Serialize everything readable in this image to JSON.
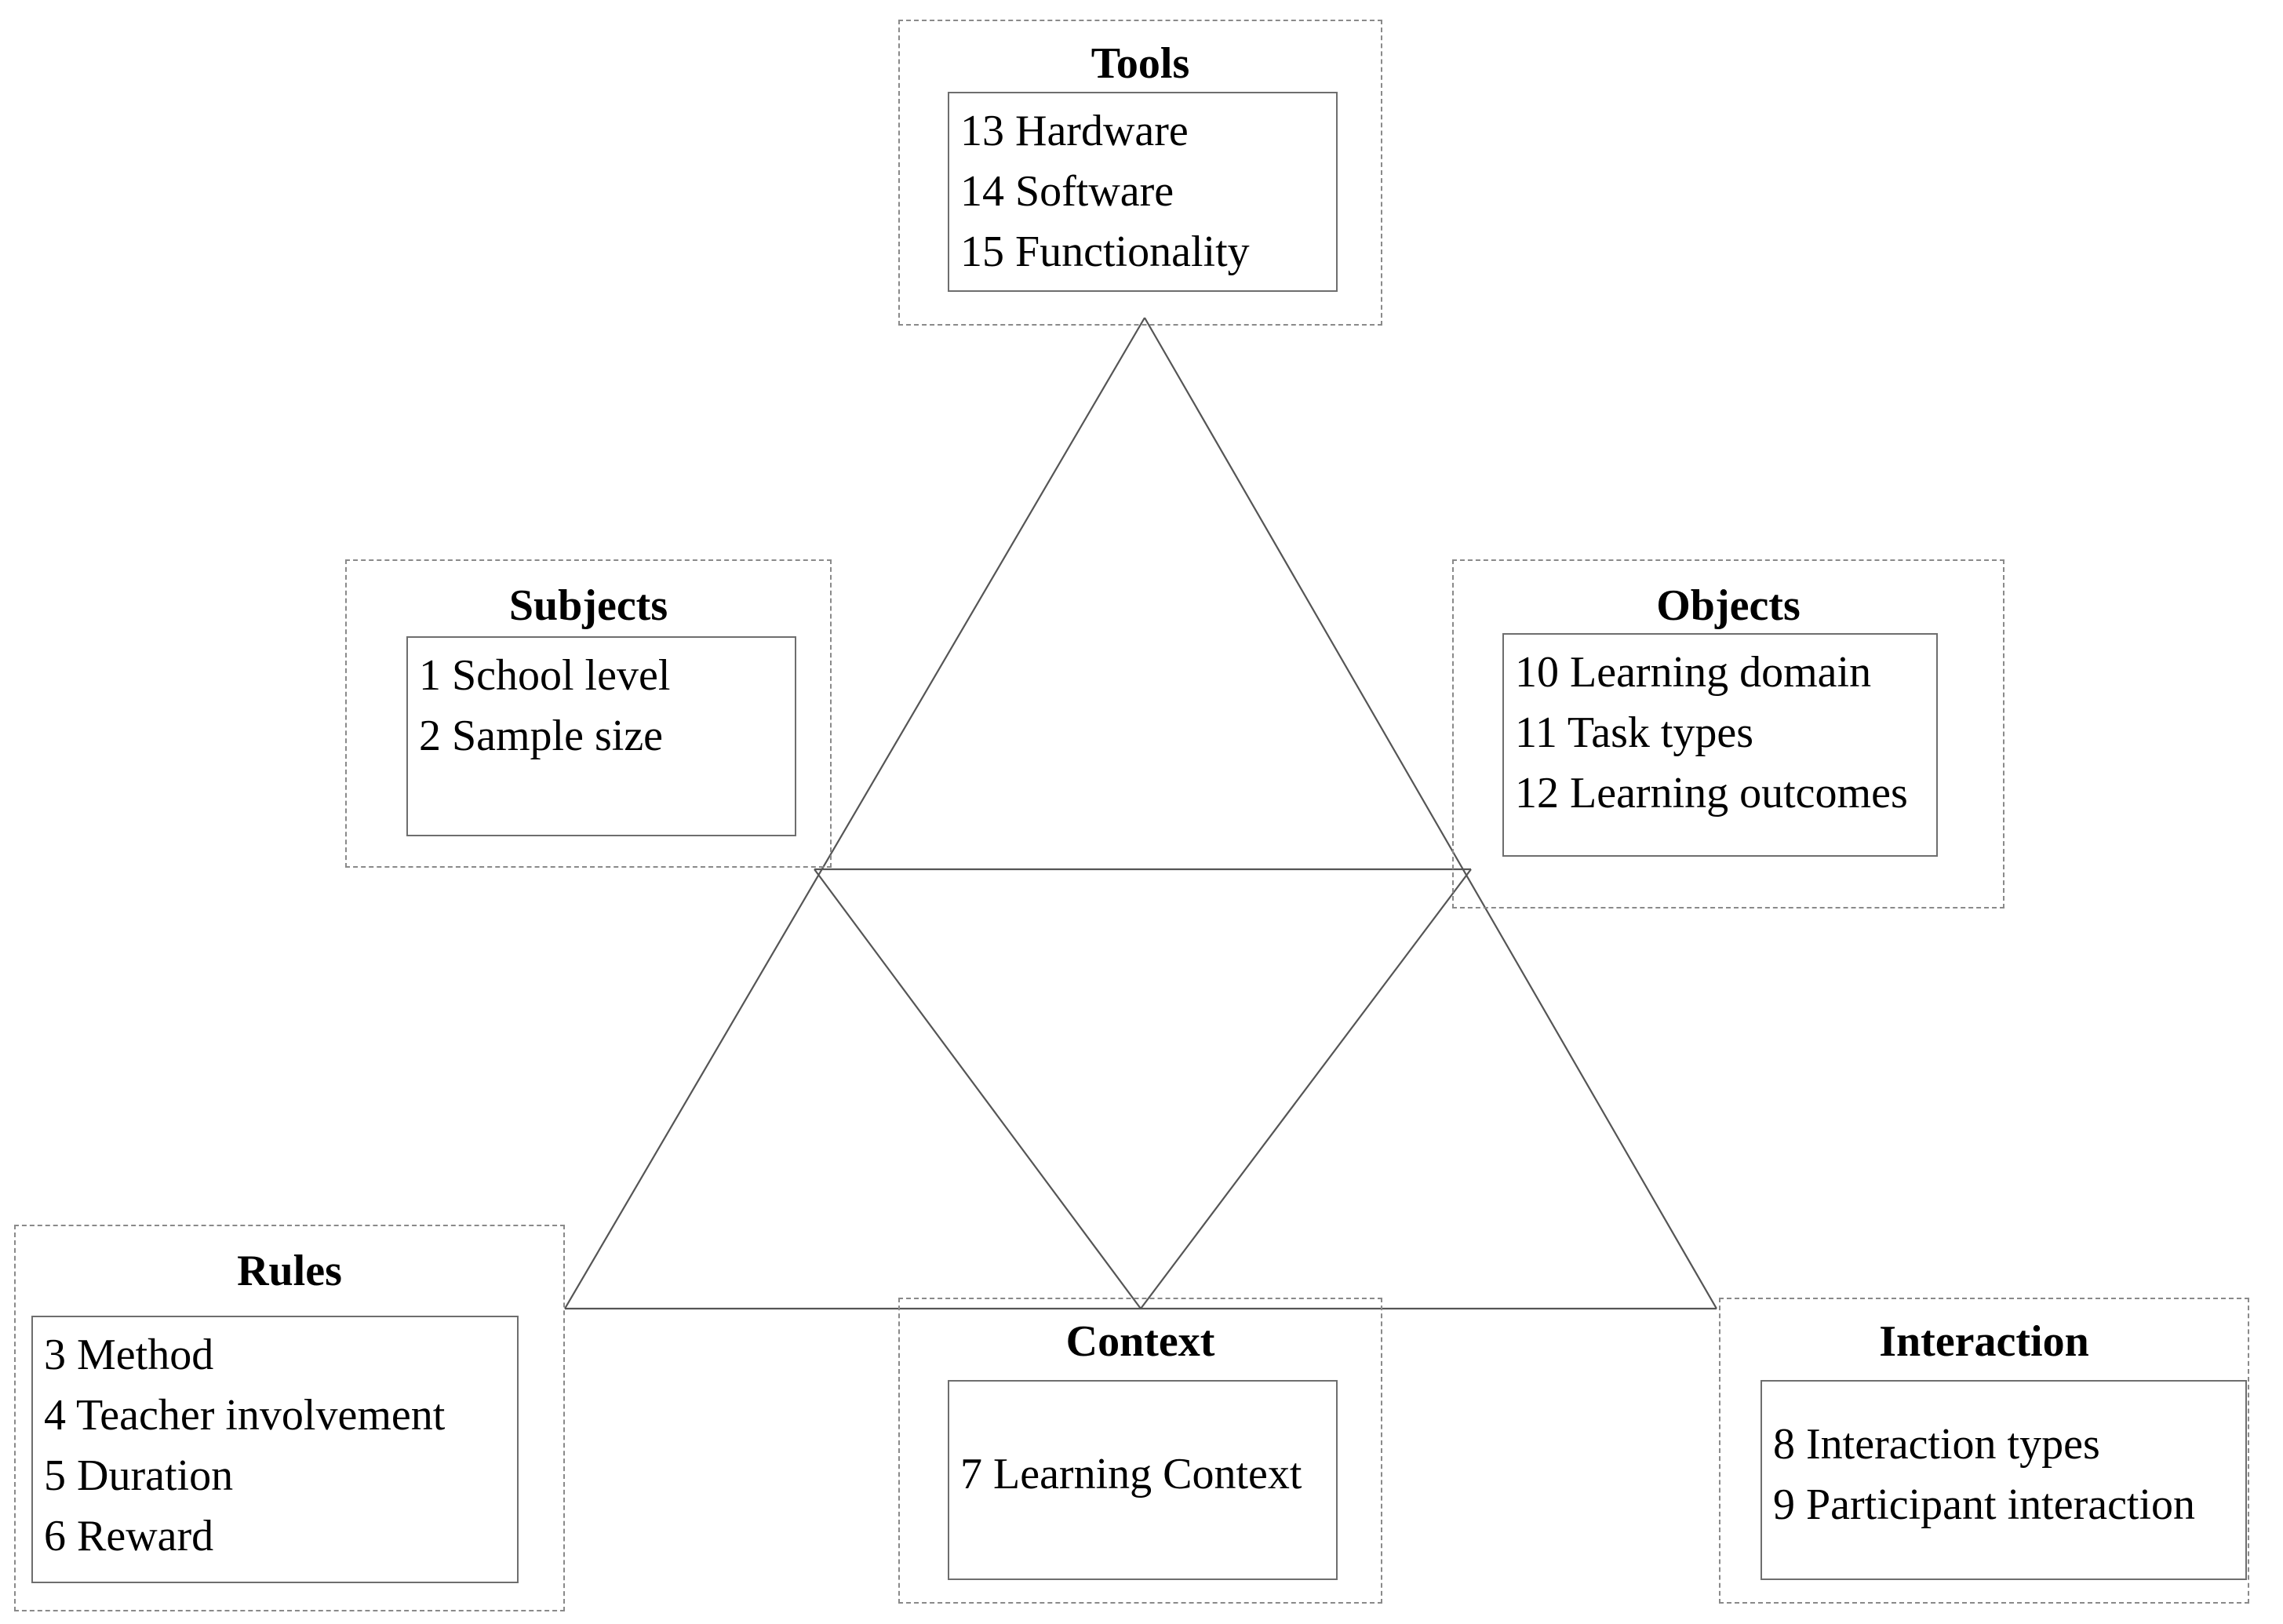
{
  "groups": {
    "tools": {
      "title": "Tools",
      "items": [
        "13 Hardware",
        "14 Software",
        "15 Functionality"
      ]
    },
    "subjects": {
      "title": "Subjects",
      "items": [
        "1 School level",
        "2 Sample size"
      ]
    },
    "objects": {
      "title": "Objects",
      "items": [
        "10 Learning domain",
        "11 Task types",
        "12 Learning outcomes"
      ]
    },
    "rules": {
      "title": "Rules",
      "items": [
        "3 Method",
        "4 Teacher involvement",
        "5 Duration",
        "6 Reward"
      ]
    },
    "context": {
      "title": "Context",
      "items": [
        "7 Learning Context"
      ]
    },
    "interaction": {
      "title": "Interaction",
      "items": [
        "8 Interaction types",
        "9 Participant interaction"
      ]
    }
  },
  "colors": {
    "line": "#555555",
    "dashed_border": "#8a8a8a",
    "box_border": "#6e6e6e",
    "text": "#000000"
  }
}
